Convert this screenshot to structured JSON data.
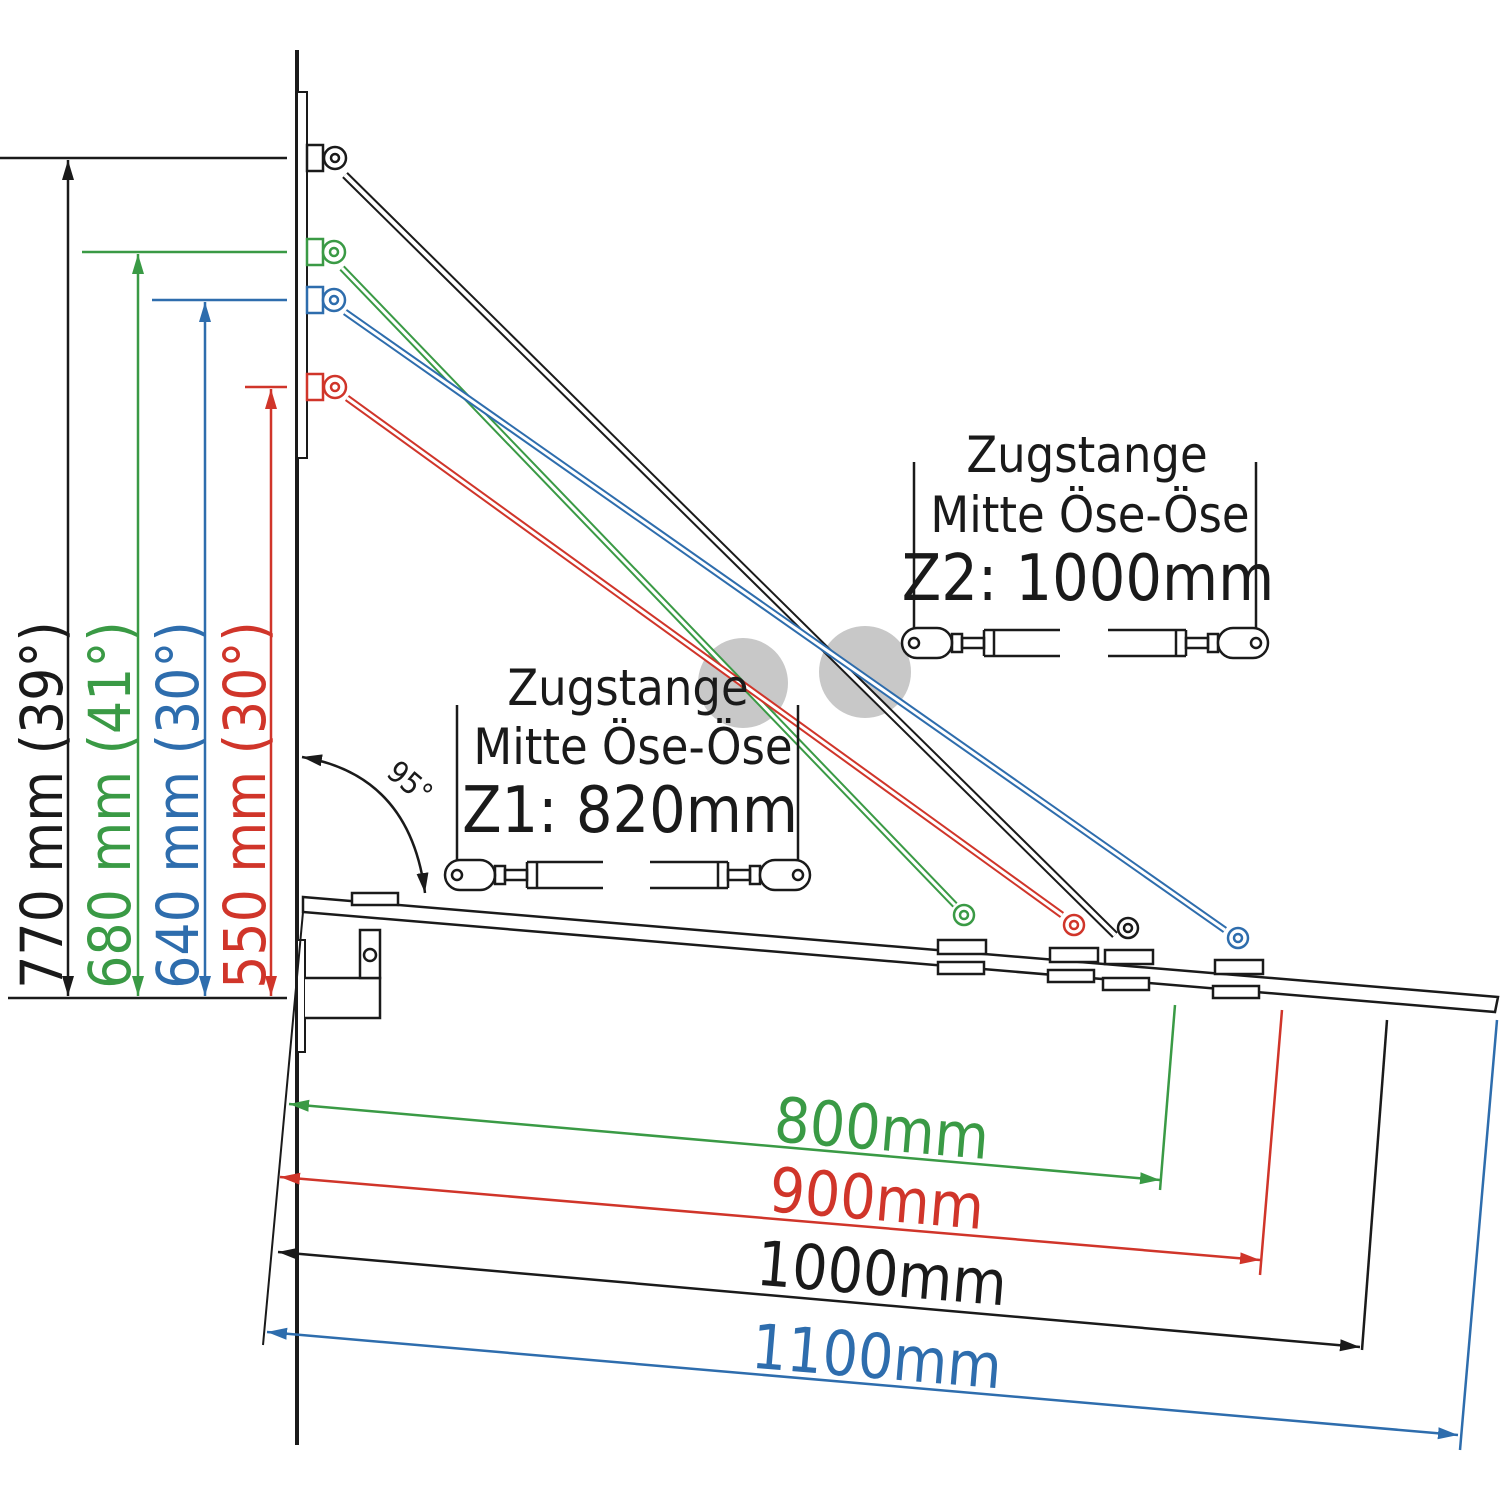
{
  "colors": {
    "black": "#1a1a1a",
    "green": "#3a9a45",
    "blue": "#2e6dad",
    "red": "#d0352a",
    "highlight": "#c8c8c8"
  },
  "heights": [
    {
      "label": "770 mm (39°)",
      "color": "black"
    },
    {
      "label": "680 mm (41°)",
      "color": "green"
    },
    {
      "label": "640 mm (30°)",
      "color": "blue"
    },
    {
      "label": "550 mm (30°)",
      "color": "red"
    }
  ],
  "angle_label": "95°",
  "z1": {
    "line1": "Zugstange",
    "line2": "Mitte Öse-Öse",
    "line3": "Z1: 820mm"
  },
  "z2": {
    "line1": "Zugstange",
    "line2": "Mitte Öse-Öse",
    "line3": "Z2: 1000mm"
  },
  "depths": [
    {
      "label": "800mm",
      "color": "green"
    },
    {
      "label": "900mm",
      "color": "red"
    },
    {
      "label": "1000mm",
      "color": "black"
    },
    {
      "label": "1100mm",
      "color": "blue"
    }
  ]
}
